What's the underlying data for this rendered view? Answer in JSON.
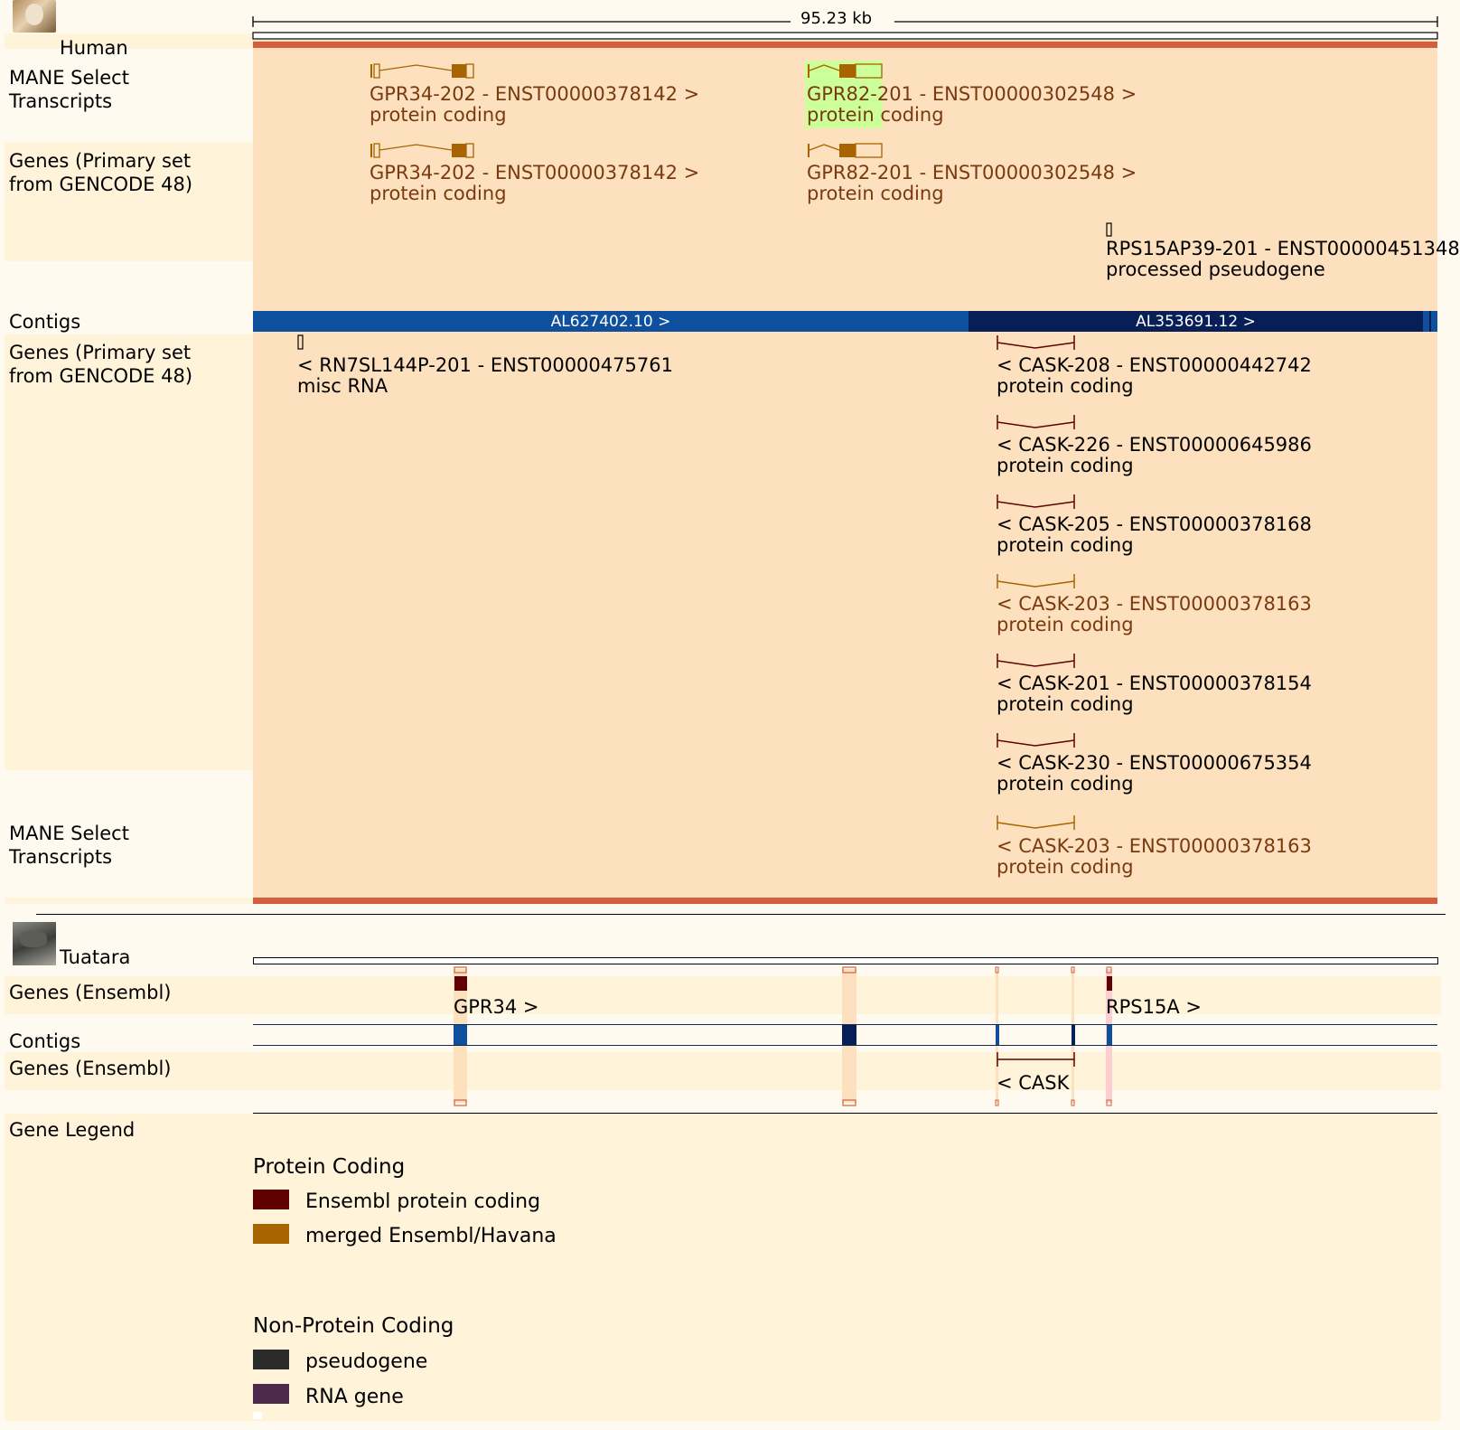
{
  "human": {
    "species": "Human",
    "scale_label": "95.23 kb",
    "tracks": [
      {
        "label_line1": "MANE Select",
        "label_line2": "Transcripts"
      },
      {
        "label_line1": "Genes (Primary set",
        "label_line2": "from GENCODE 48)"
      },
      {
        "label": "Contigs"
      },
      {
        "label_line1": "Genes (Primary set",
        "label_line2": "from GENCODE 48)"
      },
      {
        "label_line1": "MANE Select",
        "label_line2": "Transcripts"
      }
    ],
    "forward_features": [
      {
        "name": "GPR34-202 - ENST00000378142 >",
        "biotype": "protein coding"
      },
      {
        "name": "GPR82-201 - ENST00000302548 >",
        "biotype": "protein coding"
      },
      {
        "name": "GPR34-202 - ENST00000378142 >",
        "biotype": "protein coding"
      },
      {
        "name": "GPR82-201 - ENST00000302548 >",
        "biotype": "protein coding"
      },
      {
        "name": "RPS15AP39-201 - ENST00000451348",
        "biotype": "processed pseudogene"
      }
    ],
    "contigs": [
      "AL627402.10 >",
      "AL353691.12 >"
    ],
    "reverse_features": [
      {
        "name": "< RN7SL144P-201 - ENST00000475761",
        "biotype": "misc RNA"
      },
      {
        "name": "< CASK-208 - ENST00000442742",
        "biotype": "protein coding"
      },
      {
        "name": "< CASK-226 - ENST00000645986",
        "biotype": "protein coding"
      },
      {
        "name": "< CASK-205 - ENST00000378168",
        "biotype": "protein coding"
      },
      {
        "name": "< CASK-203 - ENST00000378163",
        "biotype": "protein coding"
      },
      {
        "name": "< CASK-201 - ENST00000378154",
        "biotype": "protein coding"
      },
      {
        "name": "< CASK-230 - ENST00000675354",
        "biotype": "protein coding"
      },
      {
        "name": "< CASK-203 - ENST00000378163",
        "biotype": "protein coding"
      }
    ]
  },
  "tuatara": {
    "species": "Tuatara",
    "tracks": [
      "Genes (Ensembl)",
      "Contigs",
      "Genes (Ensembl)"
    ],
    "genes": [
      "GPR34 >",
      "RPS15A >",
      "< CASK"
    ]
  },
  "legend": {
    "title": "Gene Legend",
    "sections": [
      {
        "heading": "Protein Coding",
        "items": [
          {
            "label": "Ensembl protein coding",
            "color": "#600000"
          },
          {
            "label": "merged Ensembl/Havana",
            "color": "#a86400"
          }
        ]
      },
      {
        "heading": "Non-Protein Coding",
        "items": [
          {
            "label": "pseudogene",
            "color": "#2b2b2b"
          },
          {
            "label": "RNA gene",
            "color": "#4b2a4e"
          }
        ]
      }
    ]
  },
  "colors": {
    "highlight_bg": "#fde0be",
    "region_border": "#d2603f",
    "contig_blue": "#0e4f9e",
    "contig_navy": "#071e56",
    "merged_gene": "#a86400",
    "ensembl_gene": "#600000",
    "gene_highlight": "#ccff99"
  }
}
